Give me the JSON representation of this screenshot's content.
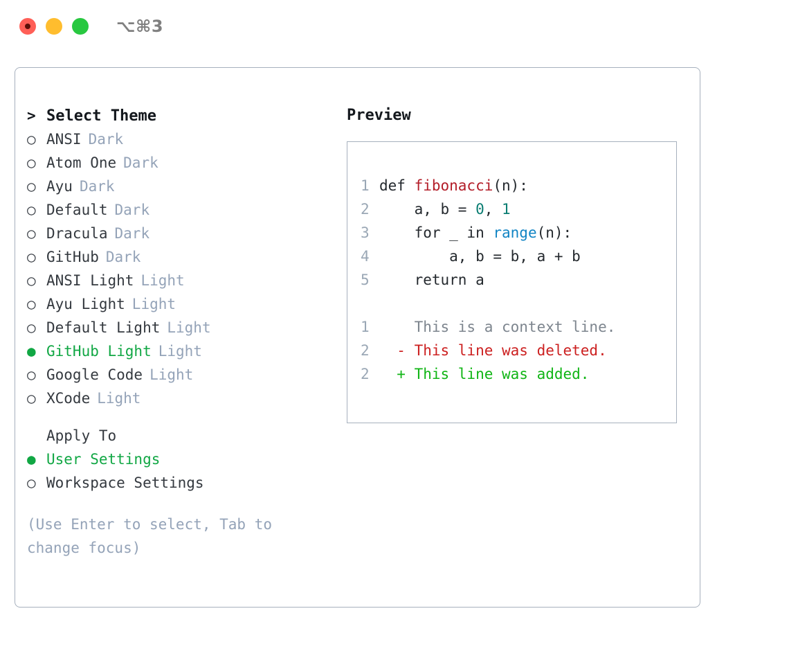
{
  "titlebar": {
    "shortcut": "⌥⌘3",
    "buttons": [
      {
        "name": "close",
        "color": "#ff5f57"
      },
      {
        "name": "minimize",
        "color": "#ffbd2e"
      },
      {
        "name": "maximize",
        "color": "#28c840"
      }
    ]
  },
  "theme_picker": {
    "heading": "Select Theme",
    "heading_marker": ">",
    "radio_empty": "○",
    "radio_filled": "●",
    "items": [
      {
        "label": "ANSI",
        "tag": "Dark",
        "selected": false
      },
      {
        "label": "Atom One",
        "tag": "Dark",
        "selected": false
      },
      {
        "label": "Ayu",
        "tag": "Dark",
        "selected": false
      },
      {
        "label": "Default",
        "tag": "Dark",
        "selected": false
      },
      {
        "label": "Dracula",
        "tag": "Dark",
        "selected": false
      },
      {
        "label": "GitHub",
        "tag": "Dark",
        "selected": false
      },
      {
        "label": "ANSI Light",
        "tag": "Light",
        "selected": false
      },
      {
        "label": "Ayu Light",
        "tag": "Light",
        "selected": false
      },
      {
        "label": "Default Light",
        "tag": "Light",
        "selected": false
      },
      {
        "label": "GitHub Light",
        "tag": "Light",
        "selected": true
      },
      {
        "label": "Google Code",
        "tag": "Light",
        "selected": false
      },
      {
        "label": "XCode",
        "tag": "Light",
        "selected": false
      }
    ]
  },
  "apply_to": {
    "heading": "Apply To",
    "items": [
      {
        "label": "User Settings",
        "selected": true
      },
      {
        "label": "Workspace Settings",
        "selected": false
      }
    ]
  },
  "hint": "(Use Enter to select, Tab to change focus)",
  "preview": {
    "title": "Preview",
    "code": [
      {
        "n": "1",
        "parts": [
          {
            "t": "def ",
            "c": "plain"
          },
          {
            "t": "fibonacci",
            "c": "fn"
          },
          {
            "t": "(n):",
            "c": "plain"
          }
        ]
      },
      {
        "n": "2",
        "parts": [
          {
            "t": "    a, b = ",
            "c": "plain"
          },
          {
            "t": "0",
            "c": "num"
          },
          {
            "t": ", ",
            "c": "plain"
          },
          {
            "t": "1",
            "c": "num"
          }
        ]
      },
      {
        "n": "3",
        "parts": [
          {
            "t": "    for _ in ",
            "c": "plain"
          },
          {
            "t": "range",
            "c": "call"
          },
          {
            "t": "(n):",
            "c": "plain"
          }
        ]
      },
      {
        "n": "4",
        "parts": [
          {
            "t": "        a, b = b, a + b",
            "c": "plain"
          }
        ]
      },
      {
        "n": "5",
        "parts": [
          {
            "t": "    return a",
            "c": "plain"
          }
        ]
      }
    ],
    "diff": [
      {
        "n": "1",
        "sign": " ",
        "text": "This is a context line.",
        "kind": "ctx"
      },
      {
        "n": "2",
        "sign": "-",
        "text": "This line was deleted.",
        "kind": "del"
      },
      {
        "n": "2",
        "sign": "+",
        "text": "This line was added.",
        "kind": "add"
      }
    ]
  },
  "colors": {
    "accent_green": "#11a744",
    "muted": "#94a3b8",
    "border": "#a6b0bd",
    "diff_add": "#10b515",
    "diff_del": "#cc2020",
    "syntax_fn": "#b31d28",
    "syntax_num": "#0a7d72",
    "syntax_call": "#1184c4"
  }
}
